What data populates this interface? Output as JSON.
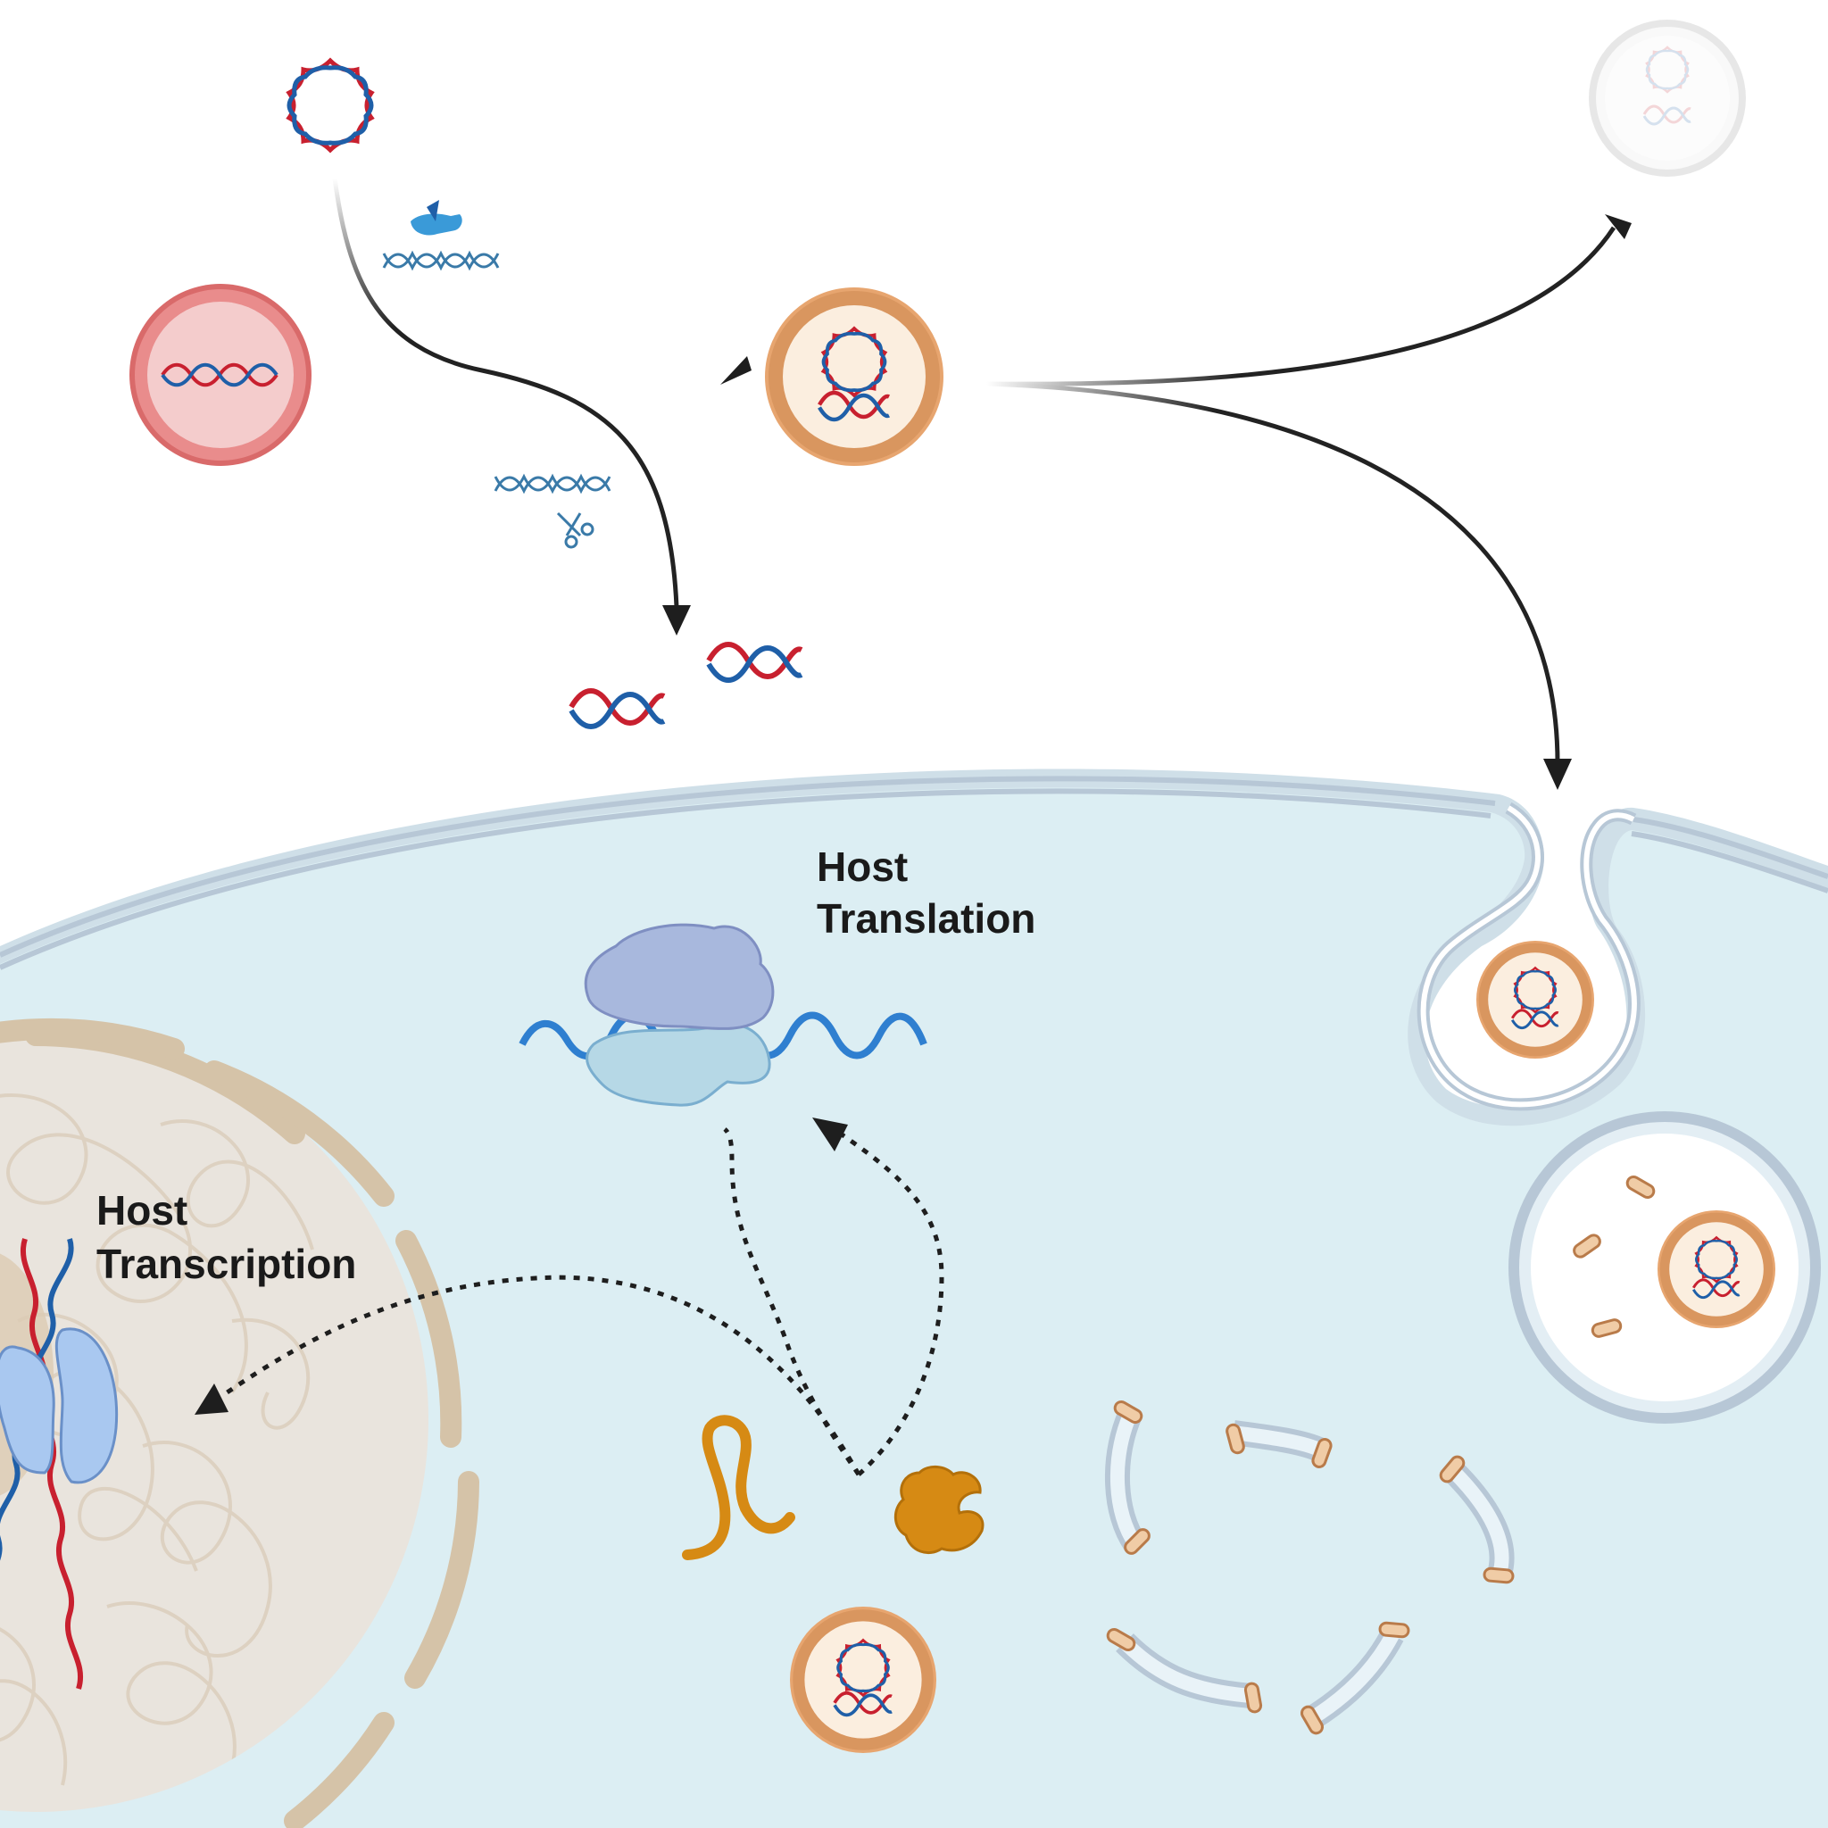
{
  "labels": {
    "host_translation_line1": "Host",
    "host_translation_line2": "Translation",
    "host_transcription_line1": "Host",
    "host_transcription_line2": "Transcription"
  },
  "colors": {
    "cell_fill": "#dceef3",
    "cell_membrane": "#b7c7d6",
    "nucleus_fill": "#e9e4dd",
    "nuclear_envelope": "#d5c3a8",
    "dna_red": "#c8202f",
    "dna_blue": "#1f5fa8",
    "vesicle_orange": "#d9965f",
    "vesicle_fill": "#fbeedf",
    "red_vesicle": "#e07878",
    "ribosome_large": "#a8b8dd",
    "ribosome_small": "#b6d8e6",
    "mrna_blue": "#2f7fd0",
    "polymerase_blue": "#a9c8f0",
    "protein_gold": "#d68a14",
    "arrow_dark": "#1e1e1e"
  },
  "icons": [
    "plasmid-icon",
    "gene-editing-hand-icon",
    "dna-cut-scissors-icon",
    "ribosome-icon",
    "rna-polymerase-icon",
    "folded-protein-icon",
    "rna-strand-icon",
    "endosome-icon",
    "lipid-nanoparticle-icon"
  ]
}
